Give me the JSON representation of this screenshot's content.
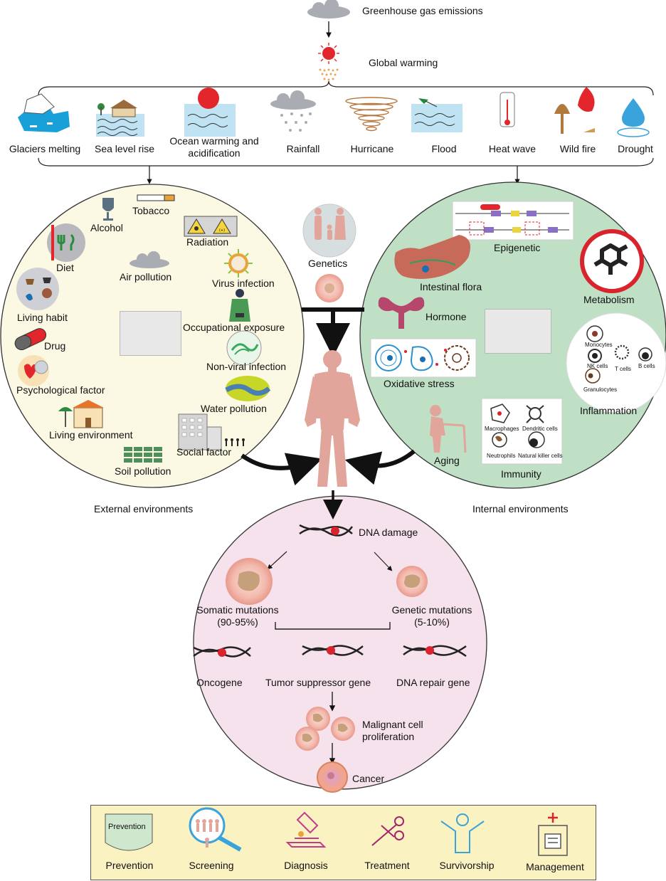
{
  "top": {
    "emissions": "Greenhouse gas emissions",
    "warming": "Global warming"
  },
  "climate": [
    "Glaciers melting",
    "Sea level rise",
    "Ocean warming and\nacidification",
    "Rainfall",
    "Hurricane",
    "Flood",
    "Heat wave",
    "Wild fire",
    "Drought"
  ],
  "external": {
    "title": "External environments",
    "items": [
      "Tobacco",
      "Alcohol",
      "Radiation",
      "Diet",
      "Air pollution",
      "Virus infection",
      "Living habit",
      "Occupational exposure",
      "Drug",
      "Non-viral infection",
      "Psychological factor",
      "Water pollution",
      "Living environment",
      "Social factor",
      "Soil pollution"
    ]
  },
  "center": {
    "genetics": "Genetics"
  },
  "internal": {
    "title": "Internal environments",
    "items": [
      "Epigenetic",
      "Intestinal flora",
      "Metabolism",
      "Hormone",
      "Oxidative stress",
      "Inflammation",
      "Aging",
      "Immunity"
    ],
    "inflammation_cells": [
      "Monocytes",
      "NK cells",
      "T cells",
      "B cells",
      "Granulocytes"
    ],
    "immunity_cells": [
      "Macrophages",
      "Dendritic cells",
      "Neutrophils",
      "Natural killer cells"
    ]
  },
  "cancer": {
    "dna_damage": "DNA damage",
    "somatic": "Somatic mutations\n(90-95%)",
    "genetic": "Genetic mutations\n(5-10%)",
    "oncogene": "Oncogene",
    "tumor_suppressor": "Tumor suppressor gene",
    "dna_repair": "DNA repair gene",
    "malignant": "Malignant cell\nproliferation",
    "cancer": "Cancer"
  },
  "footer": {
    "items": [
      "Prevention",
      "Screening",
      "Diagnosis",
      "Treatment",
      "Survivorship",
      "Management"
    ],
    "shield_text": "Prevention"
  },
  "colors": {
    "external_bg": "#fbf8e3",
    "internal_bg": "#bfe0c5",
    "cancer_bg": "#f6e2ec",
    "footer_bg": "#fbf2c2",
    "body": "#e2a59b",
    "accent_red": "#d9232d"
  }
}
